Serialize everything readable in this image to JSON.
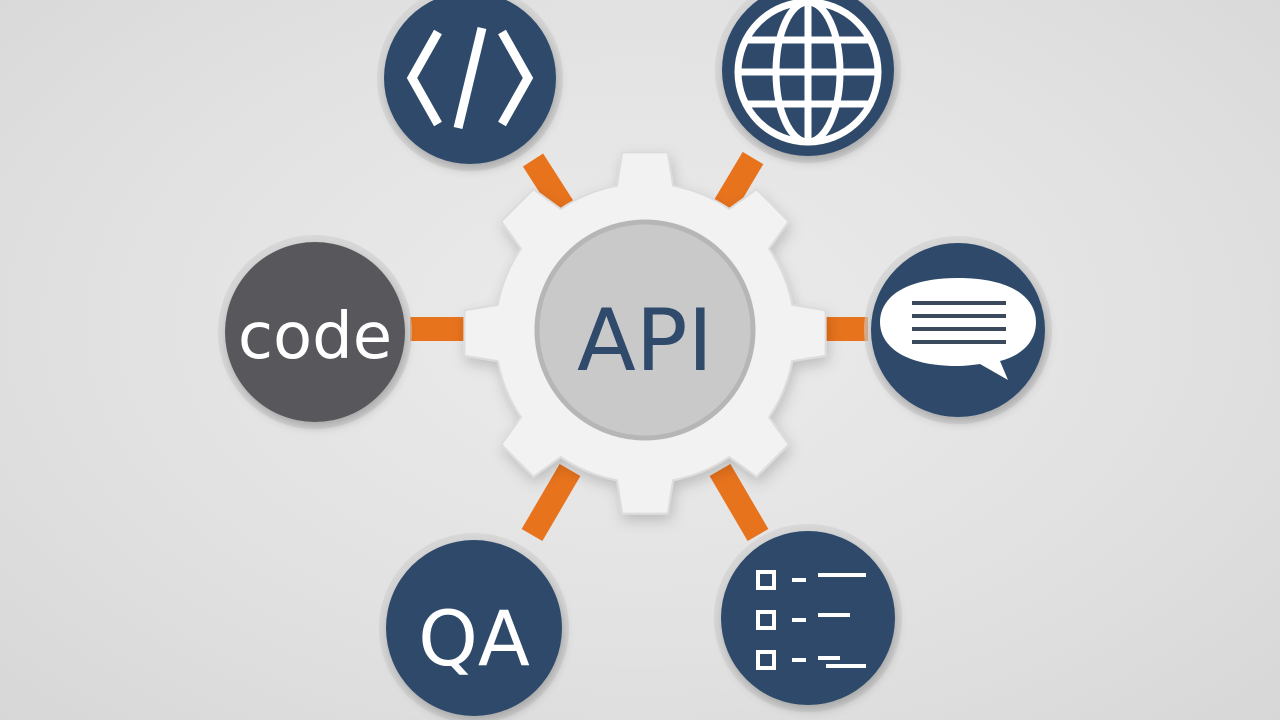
{
  "hub": {
    "label": "API"
  },
  "nodes": {
    "code_tag": {
      "icon": "code-brackets-icon"
    },
    "globe": {
      "icon": "globe-icon"
    },
    "code_text": {
      "label": "code"
    },
    "chat": {
      "icon": "chat-bubble-icon"
    },
    "qa": {
      "label": "QA"
    },
    "checklist": {
      "icon": "checklist-icon"
    }
  },
  "colors": {
    "background": "#e1e1e1",
    "gear": "#f2f2f2",
    "hub": "#c9c9c9",
    "hub_text": "#2f4a6b",
    "node_dark": "#2f4a6b",
    "node_gray": "#58595c",
    "connector": "#e8731d",
    "icon": "#ffffff"
  }
}
